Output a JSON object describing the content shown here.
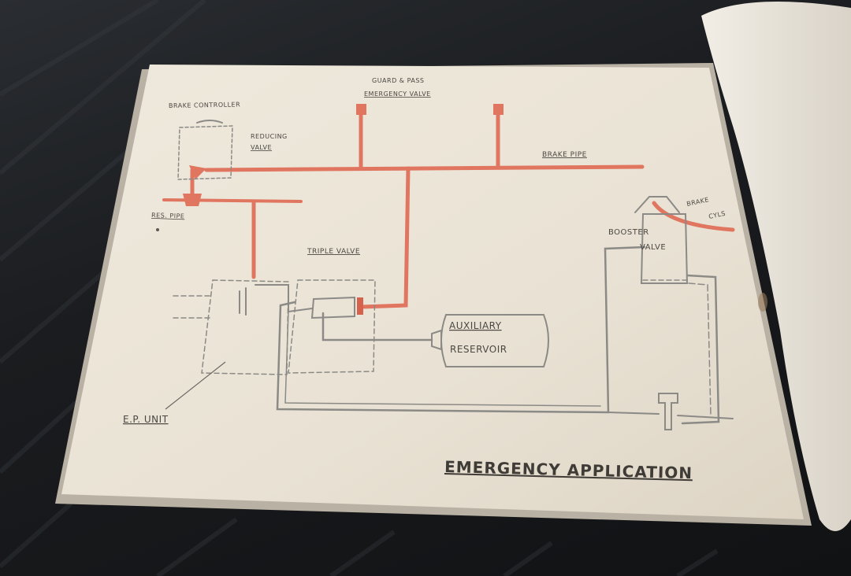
{
  "diagram": {
    "labels": {
      "brake_controller": "BRAKE CONTROLLER",
      "guard_pass_line1": "GUARD & PASS",
      "guard_pass_line2": "EMERGENCY VALVE",
      "reducing_line1": "REDUCING",
      "reducing_line2": "VALVE",
      "brake_pipe": "BRAKE PIPE",
      "res_pipe": "RES. PIPE",
      "brake_cyls_line1": "BRAKE",
      "brake_cyls_line2": "CYLS",
      "booster_line1": "BOOSTER",
      "booster_line2": "VALVE",
      "triple_valve": "TRIPLE VALVE",
      "auxiliary_line1": "AUXILIARY",
      "auxiliary_line2": "RESERVOIR",
      "ep_unit": "E.P. UNIT",
      "title": "EMERGENCY APPLICATION"
    },
    "colors": {
      "paper": "#ece5d8",
      "air_pipe": "#e07560",
      "pencil": "#8b8a86",
      "background": "#16181b"
    }
  }
}
